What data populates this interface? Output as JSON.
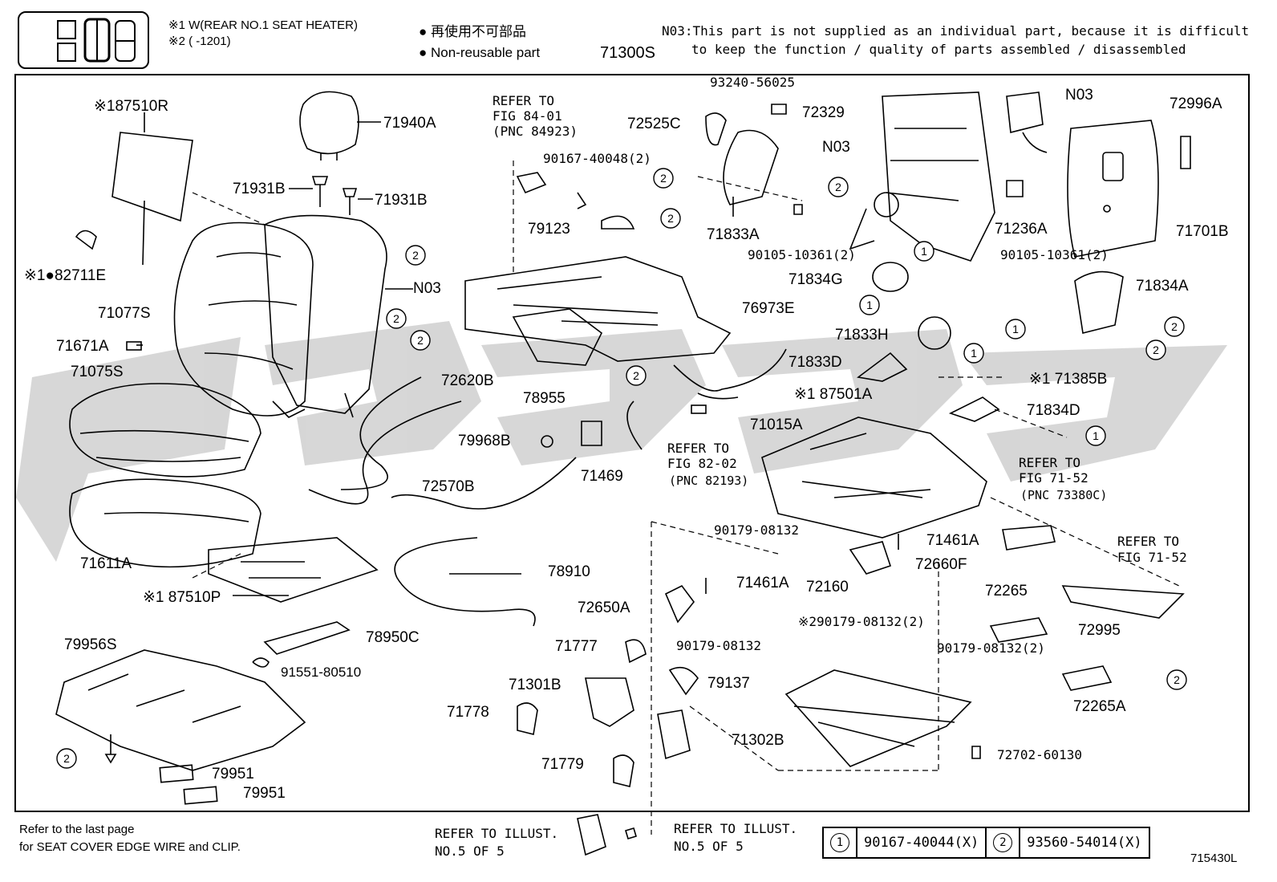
{
  "header": {
    "note1": "※1 W(REAR NO.1 SEAT HEATER)",
    "note2": "※2 (      -1201)",
    "nonreusable_jp": "● 再使用不可部品",
    "nonreusable_en": "● Non-reusable part",
    "assembly": "71300S",
    "n03_note_line1": "N03:This part is not supplied as an individual part, because it is difficult",
    "n03_note_line2": "to keep the function / quality of parts assembled / disassembled"
  },
  "labels": {
    "l87510R": "※187510R",
    "l71940A": "71940A",
    "l71931B_a": "71931B",
    "l71931B_b": "71931B",
    "l82711E": "※1●82711E",
    "l71077S": "71077S",
    "lN03_a": "N03",
    "l71671A": "71671A",
    "l71075S": "71075S",
    "l71611A": "71611A",
    "l87510P": "※1 87510P",
    "l79956S": "79956S",
    "l79951_a": "79951",
    "l79951_b": "79951",
    "l78950C": "78950C",
    "l91551": "91551-80510",
    "ref_84_1": "REFER TO",
    "ref_84_2": "FIG 84-01",
    "ref_84_3": "(PNC 84923)",
    "l90167_40048": "90167-40048(2)",
    "l79123": "79123",
    "l76973E": "76973E",
    "l78955": "78955",
    "l72620B": "72620B",
    "l79968B": "79968B",
    "l71469": "71469",
    "l72570B": "72570B",
    "l78910": "78910",
    "l93240": "93240-56025",
    "l72525C": "72525C",
    "l72329": "72329",
    "l71833A": "71833A",
    "l90105_a": "90105-10361(2)",
    "lN03_b": "N03",
    "lN03_c": "N03",
    "l71834G": "71834G",
    "l71833H": "71833H",
    "l71833D": "71833D",
    "l87501A": "※1 87501A",
    "ref_82_1": "REFER TO",
    "ref_82_2": "FIG 82-02",
    "ref_82_3": "(PNC 82193)",
    "l71015A": "71015A",
    "l72996A": "72996A",
    "l71236A": "71236A",
    "l71701B": "71701B",
    "l90105_b": "90105-10361(2)",
    "l71834A": "71834A",
    "l71385B": "※1 71385B",
    "l71834D": "71834D",
    "ref_71_1": "REFER TO",
    "ref_71_2": "FIG 71-52",
    "ref_71_3": "(PNC 73380C)",
    "ref_7152_1": "REFER TO",
    "ref_7152_2": "FIG 71-52",
    "l90179_a": "90179-08132",
    "l71461A_a": "71461A",
    "l72660F": "72660F",
    "l71461A_b": "71461A",
    "l72160": "72160",
    "l72650A": "72650A",
    "l90179_b": "90179-08132",
    "l90179_c": "※290179-08132(2)",
    "l90179_d": "90179-08132(2)",
    "l72265": "72265",
    "l72995": "72995",
    "l72265A": "72265A",
    "l71777": "71777",
    "l79137": "79137",
    "l71301B": "71301B",
    "l71778": "71778",
    "l71302B": "71302B",
    "l71779": "71779",
    "l72702": "72702-60130"
  },
  "callouts": [
    "1",
    "2"
  ],
  "footer": {
    "note_line1": "Refer to the last page",
    "note_line2": "for SEAT COVER EDGE WIRE and CLIP.",
    "illust_a_1": "REFER TO ILLUST.",
    "illust_a_2": "NO.5 OF 5",
    "illust_b_1": "REFER TO ILLUST.",
    "illust_b_2": "NO.5 OF 5",
    "legend": [
      {
        "num": "1",
        "part": "90167-40044(X)"
      },
      {
        "num": "2",
        "part": "93560-54014(X)"
      }
    ],
    "code": "715430L"
  }
}
